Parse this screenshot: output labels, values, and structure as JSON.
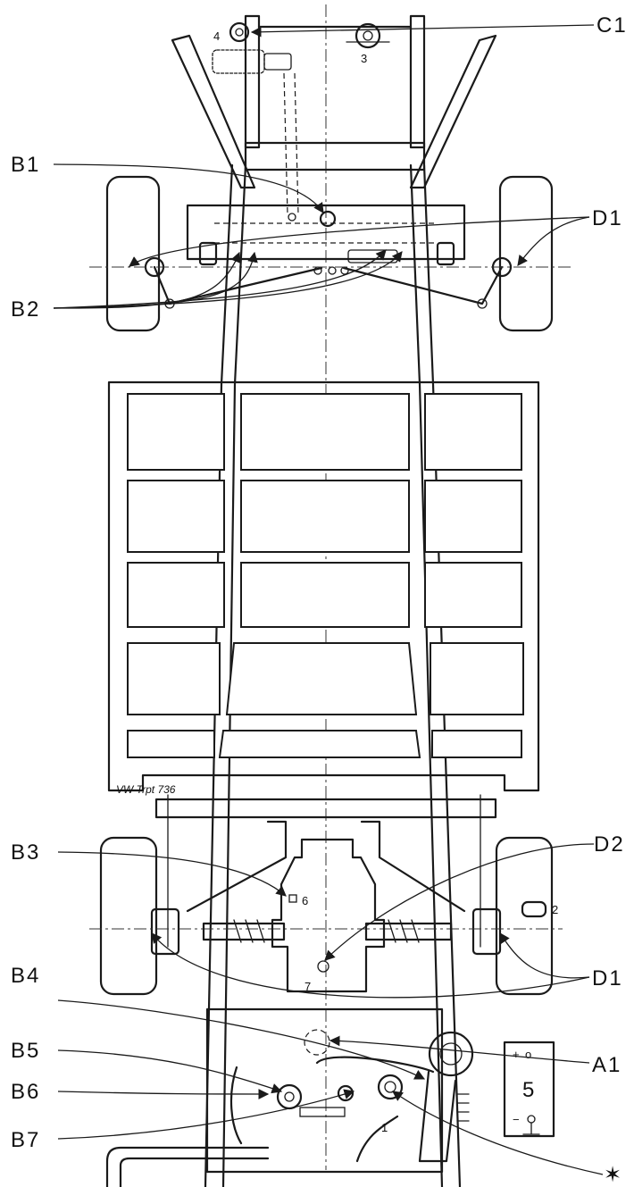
{
  "labels": {
    "C1": "C1",
    "B1": "B1",
    "D1_top": "D1",
    "B2": "B2",
    "B3": "B3",
    "D2": "D2",
    "B4": "B4",
    "D1_bottom": "D1",
    "B5": "B5",
    "A1": "A1",
    "B6": "B6",
    "B7": "B7",
    "star": "✶"
  },
  "numbers": {
    "n1": "1",
    "n2": "2",
    "n3": "3",
    "n4": "4",
    "n5": "5",
    "n6": "6",
    "n7": "7"
  },
  "battery": {
    "plus": "+",
    "zero": "o",
    "minus": "−"
  },
  "stamp": "VW Trpt 736"
}
